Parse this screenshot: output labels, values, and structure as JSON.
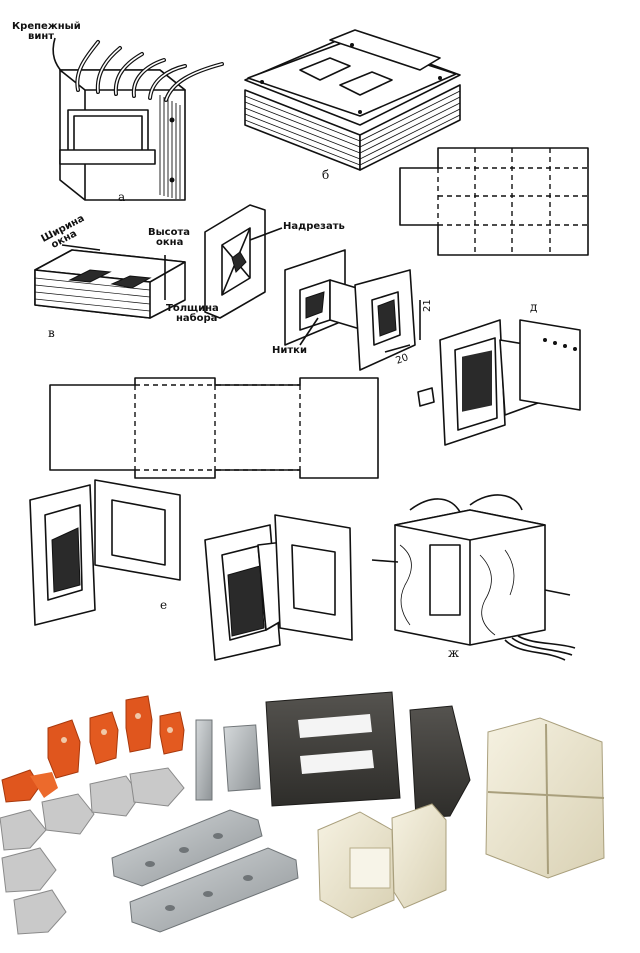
{
  "labels": {
    "mounting_screw": [
      "Крепежный",
      "винт"
    ],
    "window_width": [
      "Ширина",
      "окна"
    ],
    "window_height": [
      "Высота",
      "окна"
    ],
    "stack_thickness": [
      "Толщина",
      "набора"
    ],
    "cut": "Надрезать",
    "threads": "Нитки",
    "dim_21": "21",
    "dim_20": "20"
  },
  "figure_letters": {
    "a": "а",
    "b": "б",
    "v": "в",
    "d": "д",
    "e": "е",
    "zh": "ж"
  },
  "colors": {
    "ink": "#111111",
    "paper": "#ffffff",
    "terminal_orange": "#e0561e",
    "holder_grey": "#c9c9c9",
    "bracket_steel": "#aeb3b6",
    "core_dark": "#3a3936",
    "bobbin_ivory": "#ece6cf"
  }
}
